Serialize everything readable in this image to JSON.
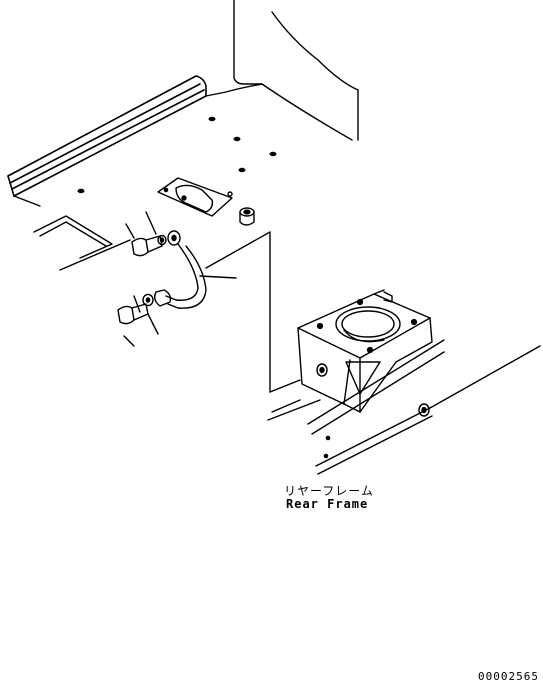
{
  "labels": {
    "part_name_jp": "リヤーフレーム",
    "part_name_en": "Rear Frame"
  },
  "drawing_number": "00002565"
}
